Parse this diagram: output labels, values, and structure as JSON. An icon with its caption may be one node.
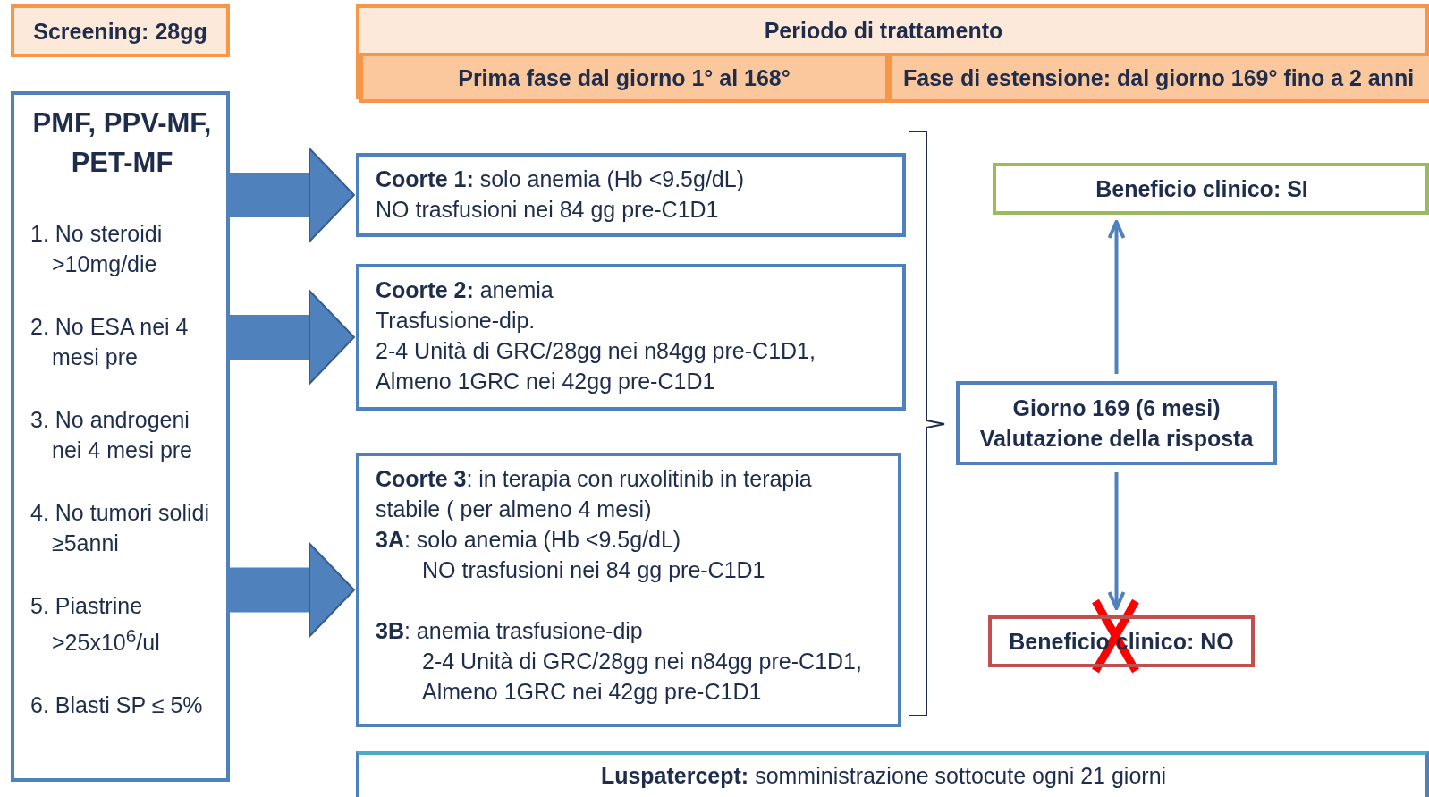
{
  "diagram": {
    "nodes": [
      {
        "text": [
          "Screening: 28gg"
        ]
      },
      {
        "text": [
          "Periodo di trattamento"
        ]
      },
      {
        "text": [
          "Prima fase dal giorno 1° al 168°"
        ],
        "in": 1
      },
      {
        "text": [
          "Fase di estensione: dal giorno 169° fino a 2 anni"
        ],
        "in": 1
      },
      {
        "text": [
          "PMF, PPV-MF, PET-MF",
          "1. No steroidi >10mg/die",
          "2. No ESA nei 4 mesi pre",
          "3. No androgeni nei 4 mesi pre",
          "4. No tumori solidi ≥5anni",
          "5. Piastrine >25x10$^{6}$/ul",
          "6. Blasti  SP ≤ 5%"
        ]
      },
      {
        "text": [
          "**Coorte 1:** solo anemia (Hb <9.5g/dL)",
          "NO trasfusioni nei 84 gg pre-C1D1"
        ]
      },
      {
        "text": [
          "**Coorte 2:** anemia",
          "Trasfusione-dip.",
          "2-4 Unità di GRC/28gg nei n84gg pre-C1D1,",
          "Almeno 1GRC nei 42gg pre-C1D1"
        ]
      },
      {
        "text": [
          "**Coorte 3**: in terapia con ruxolitinib in terapia stabile ( per almeno 4 mesi)",
          "**3A**: solo anemia (Hb <9.5g/dL)",
          "NO trasfusioni nei 84 gg pre-C1D1",
          "**3B**: anemia trasfusione-dip",
          "2-4 Unità di GRC/28gg nei n84gg pre-C1D1,",
          "Almeno 1GRC nei 42gg pre-C1D1"
        ]
      },
      {
        "text": [
          "Beneficio clinico: SI"
        ]
      },
      {
        "text": [
          "Giorno 169 (6 mesi) Valutazione della risposta"
        ]
      },
      {
        "text": [
          "Beneficio clinico: NO"
        ]
      },
      {
        "text": [
          "**Luspatercept:** somministrazione sottocute ogni 21 giorni"
        ]
      }
    ],
    "edges": [
      {
        "from": 4,
        "to": 5,
        "arrow": "to"
      },
      {
        "from": 4,
        "to": 6,
        "arrow": "to"
      },
      {
        "from": 4,
        "to": 7,
        "arrow": "to"
      },
      {
        "from": 9,
        "to": 8,
        "arrow": "to"
      },
      {
        "from": 9,
        "to": 10,
        "arrow": "to"
      }
    ]
  }
}
